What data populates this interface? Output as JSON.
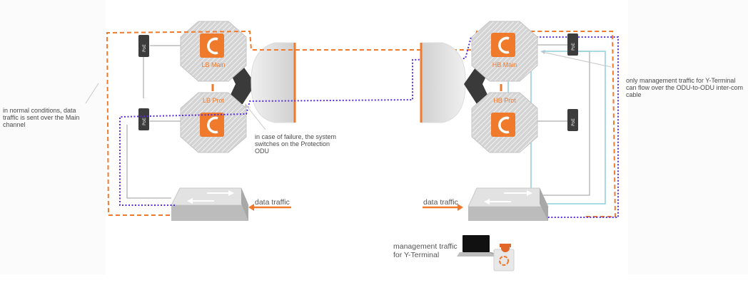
{
  "labels": {
    "lb_main": "LB Main",
    "lb_prot": "LB Prot",
    "hb_main": "HB Main",
    "hb_prot": "HB Prot",
    "poe": "PoE",
    "data_traffic_left": "data traffic",
    "data_traffic_right": "data traffic",
    "note_normal": "in normal conditions, data traffic is sent over the Main channel",
    "note_failure": "in case of failure, the system switches on the Protection ODU",
    "note_mgmt_odu": "only management traffic for Y-Terminal can flow over the ODU-to-ODU inter-com cable",
    "mgmt_traffic": "management traffic for Y-Terminal"
  },
  "colors": {
    "orange": "#f07a2c",
    "purple": "#5a2de0",
    "lightblue": "#8fd0dd",
    "gray": "#c8c8c8",
    "darkgray": "#3c3c3c"
  },
  "icons": [
    "odu-logo-icon",
    "poe-injector-icon",
    "switch-icon",
    "laptop-icon",
    "y-terminal-icon"
  ]
}
